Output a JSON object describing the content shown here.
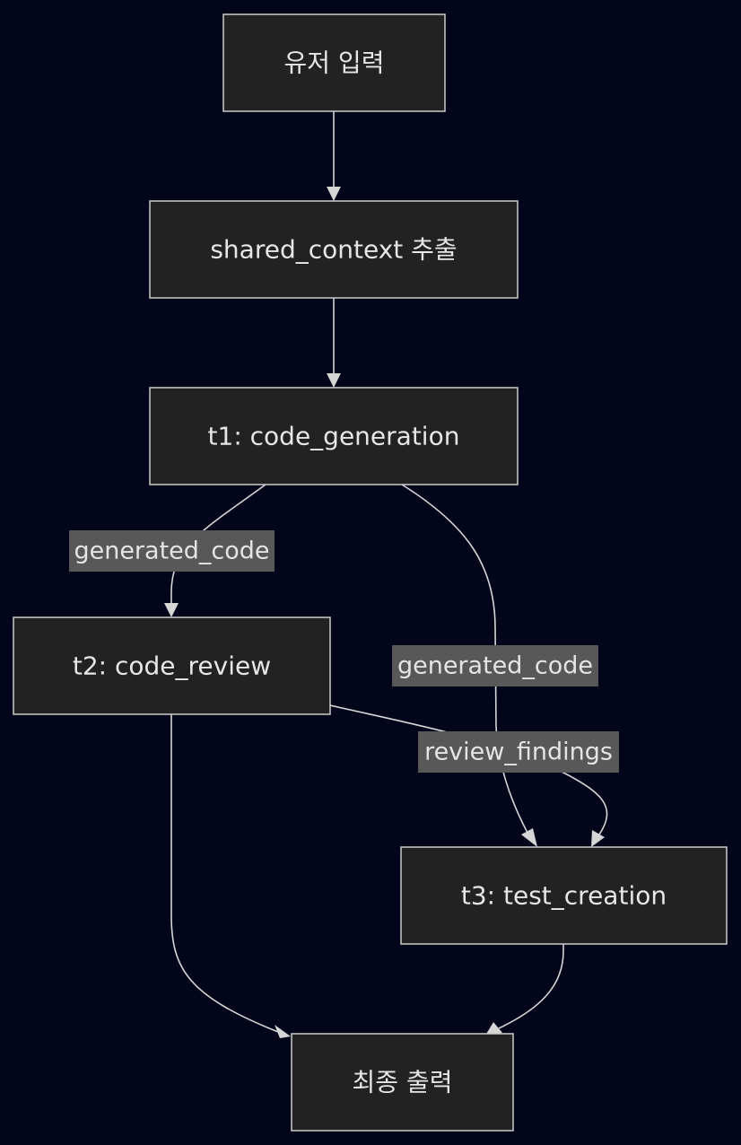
{
  "nodes": {
    "user_input": "유저 입력",
    "shared_context": "shared_context 추출",
    "t1": "t1: code_generation",
    "t2": "t2: code_review",
    "t3": "t3: test_creation",
    "final_output": "최종 출력"
  },
  "edge_labels": {
    "t1_to_t2": "generated_code",
    "t1_to_t3": "generated_code",
    "t2_to_t3": "review_findings"
  },
  "colors": {
    "background": "#03061a",
    "node_fill": "#212221",
    "node_stroke": "#cccccc",
    "edge": "#d6d6d6",
    "label_bg": "#585858",
    "text": "#e6e6e6"
  }
}
